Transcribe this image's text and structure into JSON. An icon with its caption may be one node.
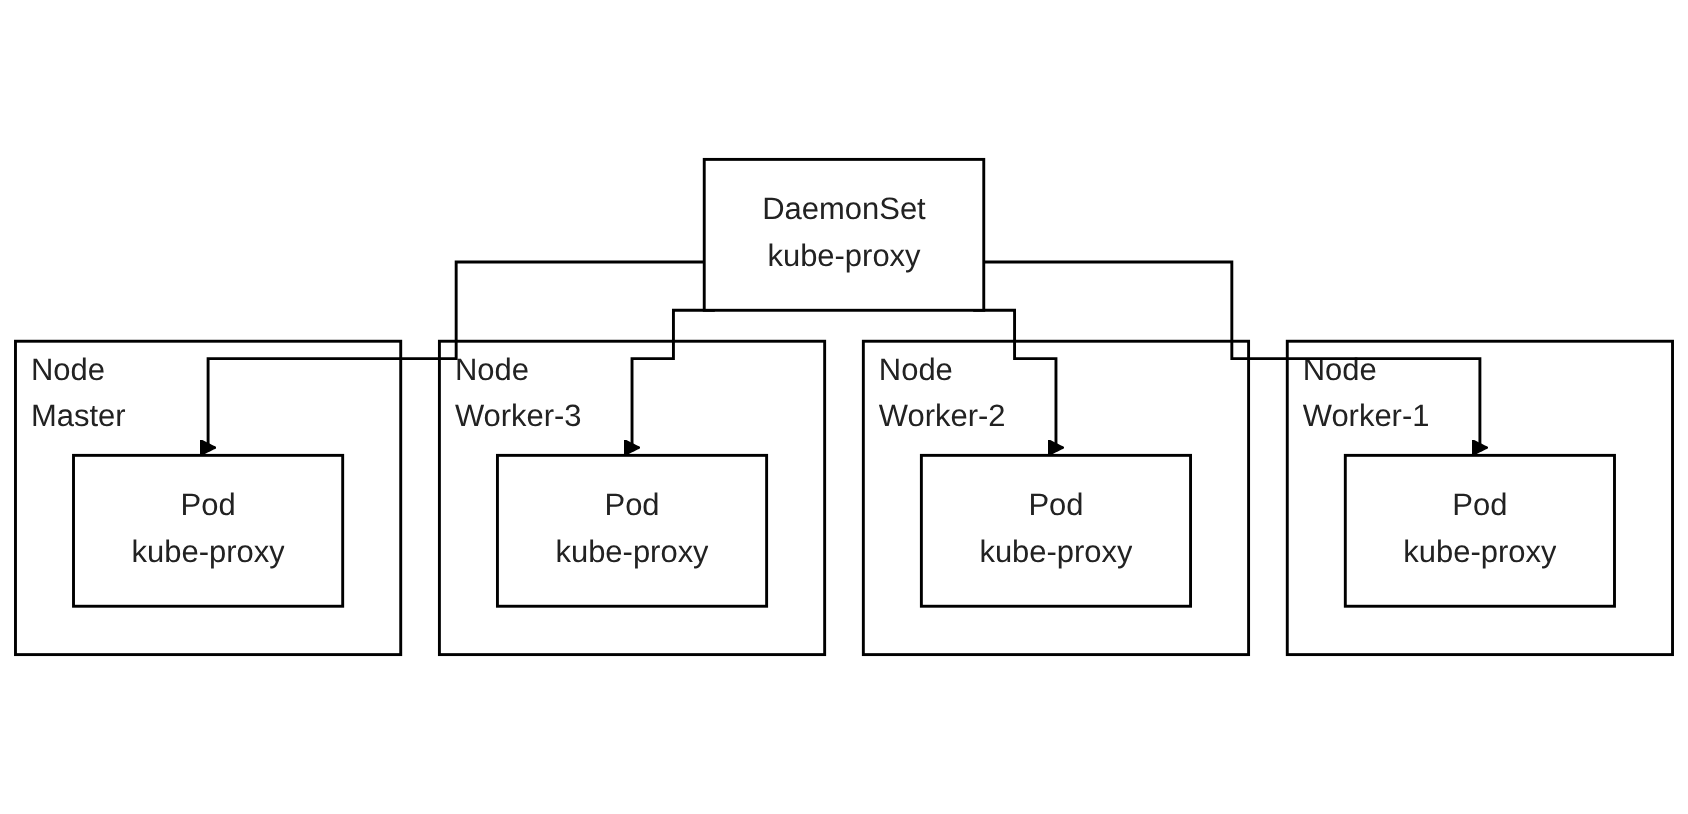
{
  "diagram": {
    "nodes": [
      {
        "text": [
          "DaemonSet",
          "kube-proxy"
        ]
      },
      {
        "text": [
          "Node",
          "Worker-1"
        ]
      },
      {
        "text": [
          "Pod",
          "kube-proxy"
        ],
        "in": 1
      },
      {
        "text": [
          "Node",
          "Worker-2"
        ]
      },
      {
        "text": [
          "Pod",
          "kube-proxy"
        ],
        "in": 3
      },
      {
        "text": [
          "Node",
          "Worker-3"
        ]
      },
      {
        "text": [
          "Pod",
          "kube-proxy"
        ],
        "in": 5
      },
      {
        "text": [
          "Node",
          "Master"
        ]
      },
      {
        "text": [
          "Pod",
          "kube-proxy"
        ],
        "in": 7
      }
    ],
    "edges": [
      {
        "from": 0,
        "to": 2,
        "arrow": "to"
      },
      {
        "from": 0,
        "to": 4,
        "arrow": "to"
      },
      {
        "from": 0,
        "to": 6,
        "arrow": "to"
      },
      {
        "from": 0,
        "to": 8,
        "arrow": "to"
      }
    ]
  }
}
